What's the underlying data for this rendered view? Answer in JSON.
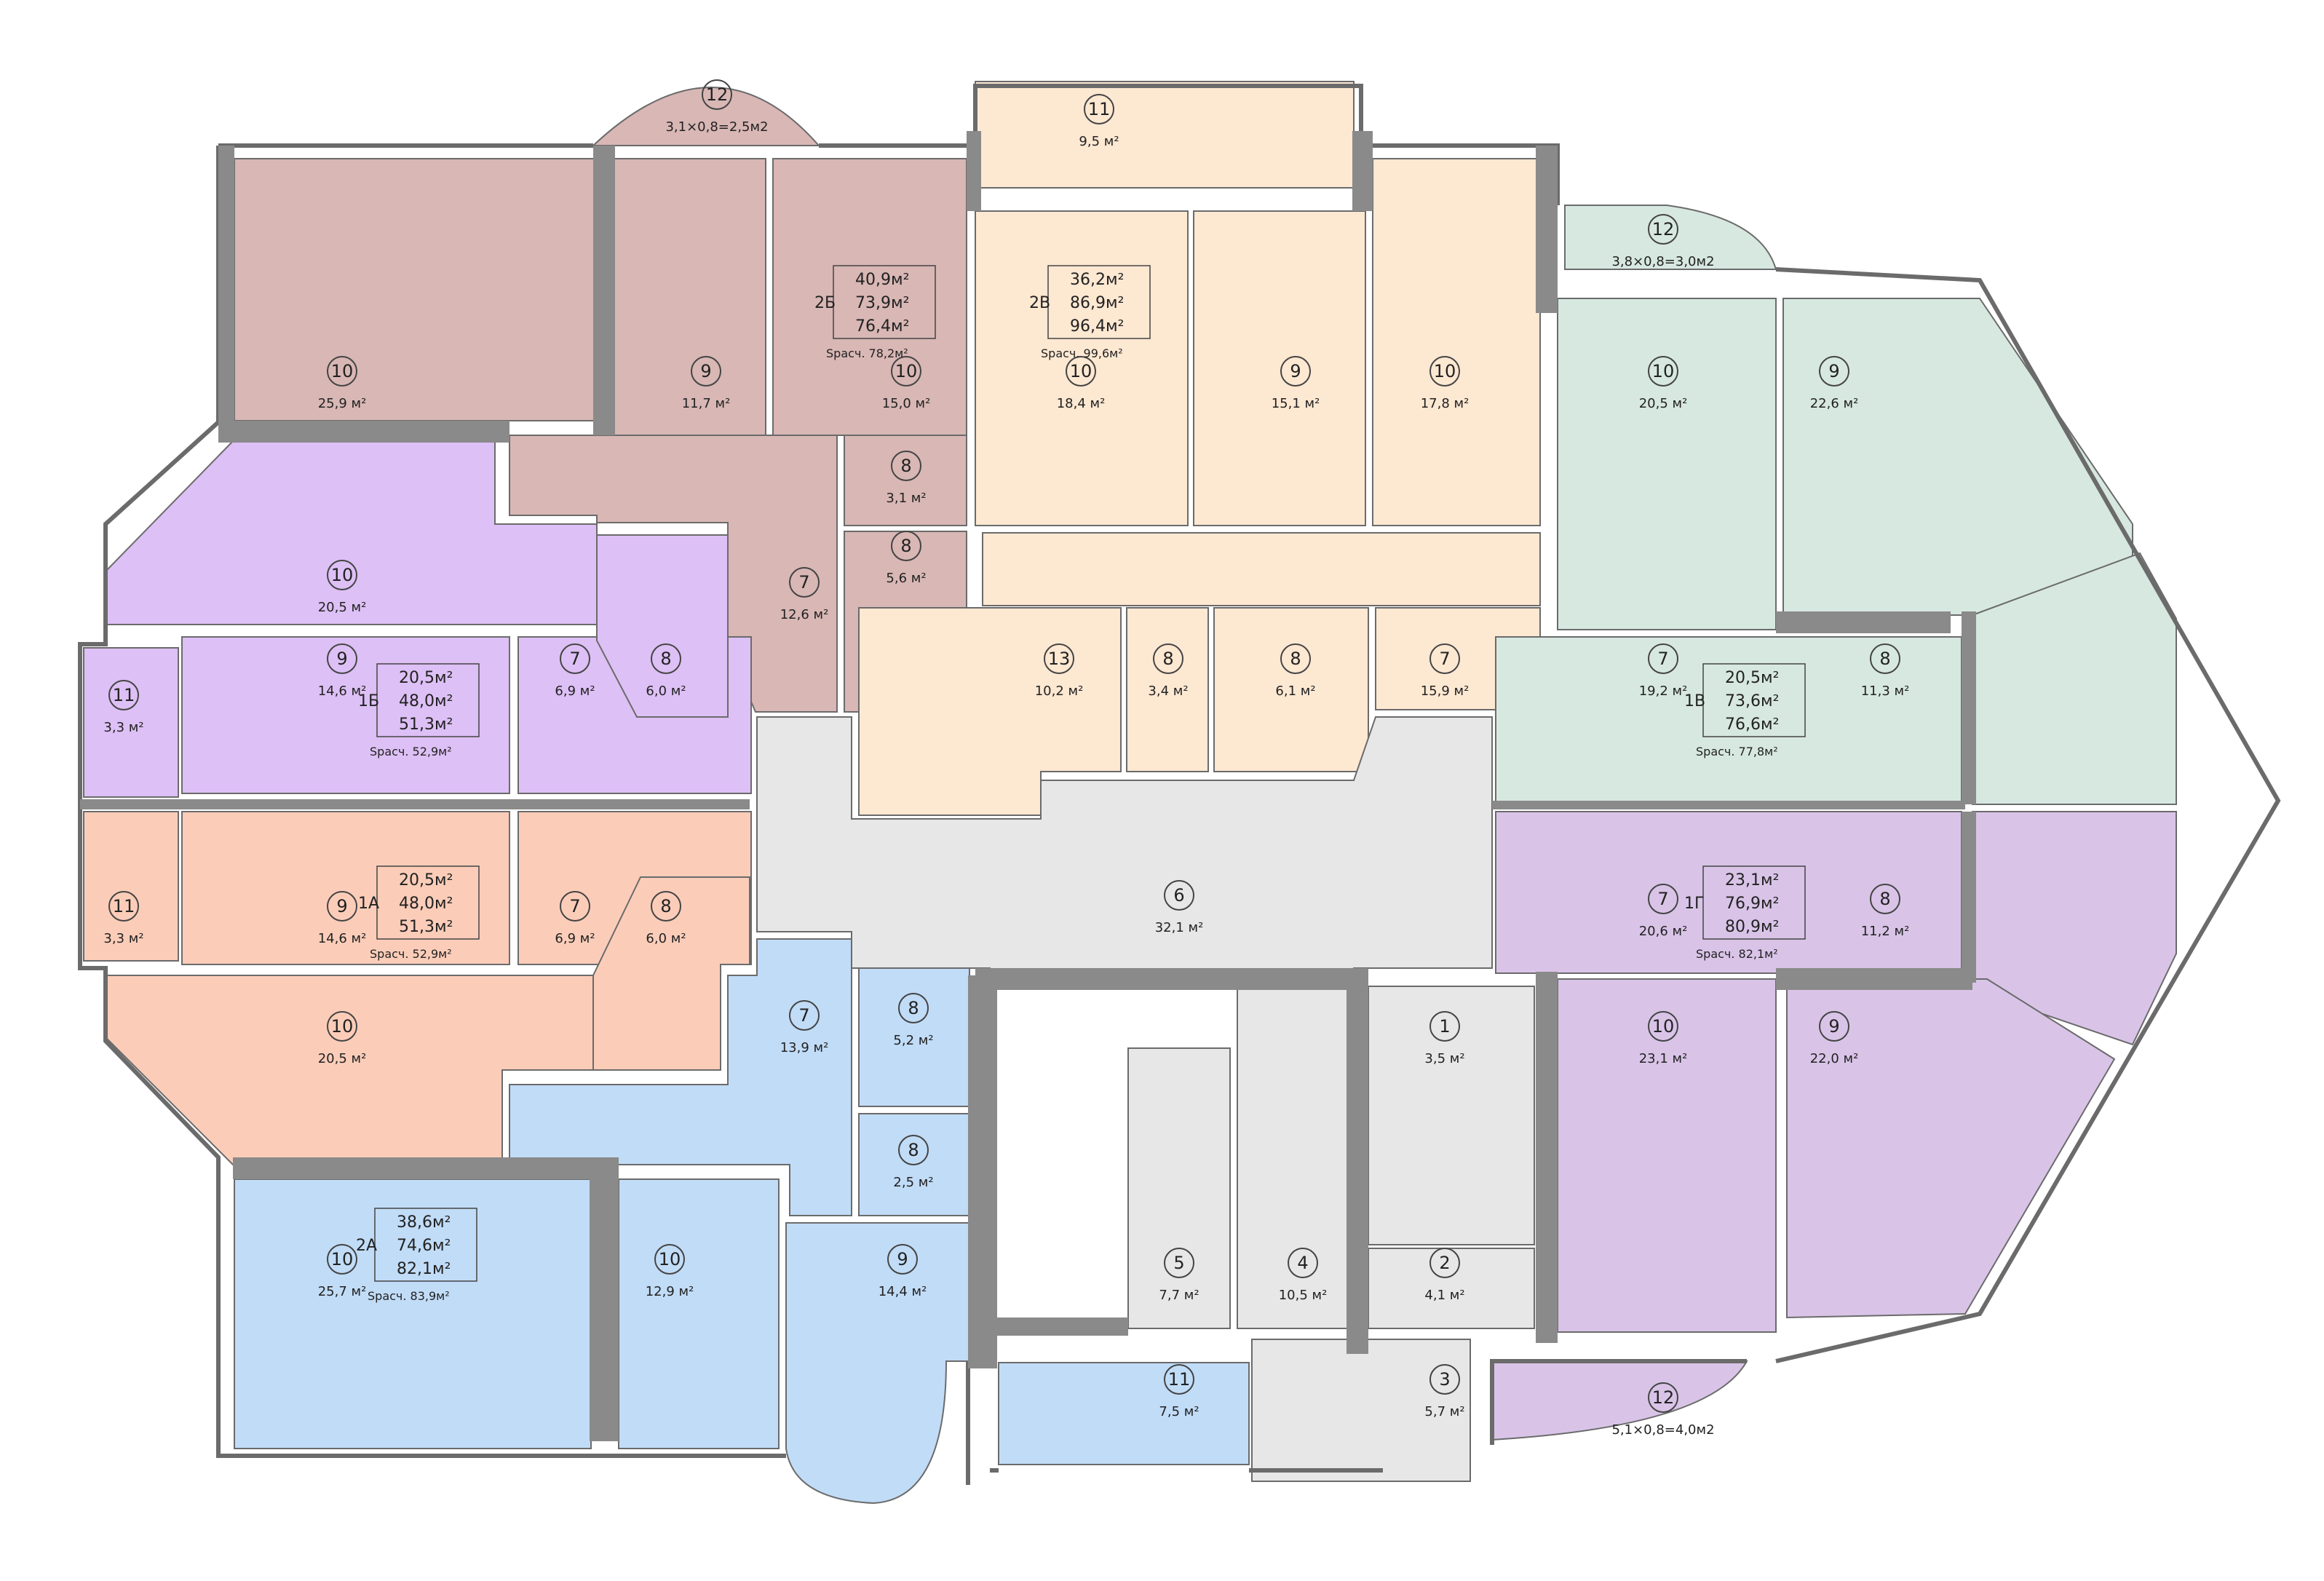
{
  "colors": {
    "apt_2b": "#d8b7b5",
    "apt_2v": "#fde8d2",
    "apt_1b": "#ddc0f5",
    "apt_1a": "#fbcdb9",
    "apt_2a": "#c1dcf7",
    "apt_1v": "#d7e8e1",
    "apt_1g": "#d9c4e8",
    "common": "#e7e7e7",
    "balcony_2v": "#fde8d2",
    "wall": "#8a8a8a"
  },
  "apartments": [
    {
      "id": "2b",
      "code": "2Б",
      "living": "40,9м²",
      "total": "73,9м²",
      "full": "76,4м²",
      "calc_label": "Sрасч.",
      "calc_value": "78,2м²"
    },
    {
      "id": "2v",
      "code": "2В",
      "living": "36,2м²",
      "total": "86,9м²",
      "full": "96,4м²",
      "calc_label": "Sрасч.",
      "calc_value": "99,6м²"
    },
    {
      "id": "1b",
      "code": "1Б",
      "living": "20,5м²",
      "total": "48,0м²",
      "full": "51,3м²",
      "calc_label": "Sрасч.",
      "calc_value": "52,9м²"
    },
    {
      "id": "1a",
      "code": "1А",
      "living": "20,5м²",
      "total": "48,0м²",
      "full": "51,3м²",
      "calc_label": "Sрасч.",
      "calc_value": "52,9м²"
    },
    {
      "id": "2a",
      "code": "2А",
      "living": "38,6м²",
      "total": "74,6м²",
      "full": "82,1м²",
      "calc_label": "Sрасч.",
      "calc_value": "83,9м²"
    },
    {
      "id": "1v",
      "code": "1В",
      "living": "20,5м²",
      "total": "73,6м²",
      "full": "76,6м²",
      "calc_label": "Sрасч.",
      "calc_value": "77,8м²"
    },
    {
      "id": "1g",
      "code": "1Г",
      "living": "23,1м²",
      "total": "76,9м²",
      "full": "80,9м²",
      "calc_label": "Sрасч.",
      "calc_value": "82,1м²"
    }
  ],
  "rooms": [
    {
      "apt": "2b",
      "num": "12",
      "area": "3,1×0,8=2,5м2"
    },
    {
      "apt": "2b",
      "num": "10",
      "area": "25,9 м²"
    },
    {
      "apt": "2b",
      "num": "9",
      "area": "11,7 м²"
    },
    {
      "apt": "2b",
      "num": "10",
      "area": "15,0 м²"
    },
    {
      "apt": "2b",
      "num": "7",
      "area": "12,6 м²"
    },
    {
      "apt": "2b",
      "num": "8",
      "area": "3,1 м²"
    },
    {
      "apt": "2b",
      "num": "8",
      "area": "5,6 м²"
    },
    {
      "apt": "2v",
      "num": "11",
      "area": "9,5 м²"
    },
    {
      "apt": "2v",
      "num": "10",
      "area": "18,4 м²"
    },
    {
      "apt": "2v",
      "num": "9",
      "area": "15,1 м²"
    },
    {
      "apt": "2v",
      "num": "10",
      "area": "17,8 м²"
    },
    {
      "apt": "2v",
      "num": "13",
      "area": "10,2 м²"
    },
    {
      "apt": "2v",
      "num": "8",
      "area": "3,4 м²"
    },
    {
      "apt": "2v",
      "num": "8",
      "area": "6,1 м²"
    },
    {
      "apt": "2v",
      "num": "7",
      "area": "15,9 м²"
    },
    {
      "apt": "1b",
      "num": "10",
      "area": "20,5 м²"
    },
    {
      "apt": "1b",
      "num": "9",
      "area": "14,6 м²"
    },
    {
      "apt": "1b",
      "num": "7",
      "area": "6,9 м²"
    },
    {
      "apt": "1b",
      "num": "8",
      "area": "6,0 м²"
    },
    {
      "apt": "1b",
      "num": "11",
      "area": "3,3 м²"
    },
    {
      "apt": "1a",
      "num": "11",
      "area": "3,3 м²"
    },
    {
      "apt": "1a",
      "num": "9",
      "area": "14,6 м²"
    },
    {
      "apt": "1a",
      "num": "7",
      "area": "6,9 м²"
    },
    {
      "apt": "1a",
      "num": "8",
      "area": "6,0 м²"
    },
    {
      "apt": "1a",
      "num": "10",
      "area": "20,5 м²"
    },
    {
      "apt": "2a",
      "num": "7",
      "area": "13,9 м²"
    },
    {
      "apt": "2a",
      "num": "8",
      "area": "5,2 м²"
    },
    {
      "apt": "2a",
      "num": "8",
      "area": "2,5 м²"
    },
    {
      "apt": "2a",
      "num": "10",
      "area": "25,7 м²"
    },
    {
      "apt": "2a",
      "num": "10",
      "area": "12,9 м²"
    },
    {
      "apt": "2a",
      "num": "9",
      "area": "14,4 м²"
    },
    {
      "apt": "2a",
      "num": "11",
      "area": "7,5 м²"
    },
    {
      "apt": "common",
      "num": "6",
      "area": "32,1 м²"
    },
    {
      "apt": "common",
      "num": "1",
      "area": "3,5 м²"
    },
    {
      "apt": "common",
      "num": "2",
      "area": "4,1 м²"
    },
    {
      "apt": "common",
      "num": "3",
      "area": "5,7 м²"
    },
    {
      "apt": "common",
      "num": "4",
      "area": "10,5 м²"
    },
    {
      "apt": "common",
      "num": "5",
      "area": "7,7 м²"
    },
    {
      "apt": "1v",
      "num": "12",
      "area": "3,8×0,8=3,0м2"
    },
    {
      "apt": "1v",
      "num": "10",
      "area": "20,5 м²"
    },
    {
      "apt": "1v",
      "num": "9",
      "area": "22,6 м²"
    },
    {
      "apt": "1v",
      "num": "7",
      "area": "19,2 м²"
    },
    {
      "apt": "1v",
      "num": "8",
      "area": "11,3 м²"
    },
    {
      "apt": "1g",
      "num": "7",
      "area": "20,6 м²"
    },
    {
      "apt": "1g",
      "num": "8",
      "area": "11,2 м²"
    },
    {
      "apt": "1g",
      "num": "10",
      "area": "23,1 м²"
    },
    {
      "apt": "1g",
      "num": "9",
      "area": "22,0 м²"
    },
    {
      "apt": "1g",
      "num": "12",
      "area": "5,1×0,8=4,0м2"
    }
  ]
}
